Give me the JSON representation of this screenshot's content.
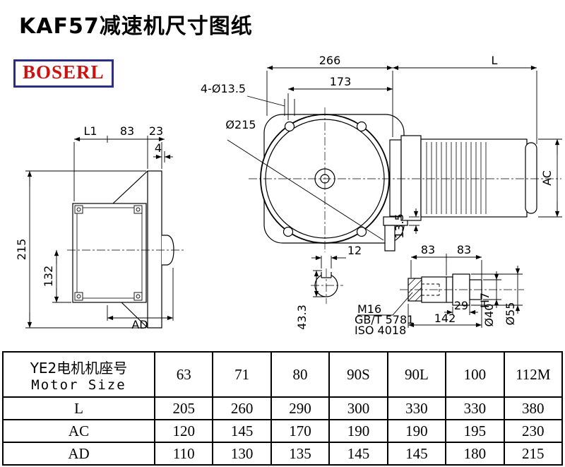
{
  "page": {
    "title": "KAF57减速机尺寸图纸",
    "brand": "BOSERL"
  },
  "drawing": {
    "labels": {
      "dim_266": "266",
      "dim_L": "L",
      "dim_173": "173",
      "holes": "4-Ø13.5",
      "dia215": "Ø215",
      "dim_L1": "L1",
      "dim_83": "83",
      "dim_23": "23",
      "dim_4": "4",
      "dim_215": "215",
      "dim_132": "132",
      "dim_AD": "AD",
      "dim_AC": "AC",
      "dim_13_5": "13.5",
      "dim_12": "12",
      "dim_43_3": "43.3",
      "dim_83a": "83",
      "dim_83b": "83",
      "dim_29": "29",
      "dim_142": "142",
      "thread": "M16",
      "std_gb": "GB/T 5781",
      "std_iso": "ISO 4018",
      "dia40": "Ø40",
      "dia40_tol": "H7",
      "dia55": "Ø55"
    }
  },
  "table": {
    "motor_size_label_cn": "YE2电机机座号",
    "motor_size_label_en": "Motor Size",
    "sizes": [
      "63",
      "71",
      "80",
      "90S",
      "90L",
      "100",
      "112M"
    ],
    "rows": [
      {
        "label": "L",
        "values": [
          "205",
          "260",
          "290",
          "300",
          "330",
          "330",
          "380"
        ]
      },
      {
        "label": "AC",
        "values": [
          "120",
          "145",
          "170",
          "190",
          "190",
          "195",
          "230"
        ]
      },
      {
        "label": "AD",
        "values": [
          "110",
          "130",
          "135",
          "145",
          "145",
          "180",
          "215"
        ]
      }
    ]
  }
}
